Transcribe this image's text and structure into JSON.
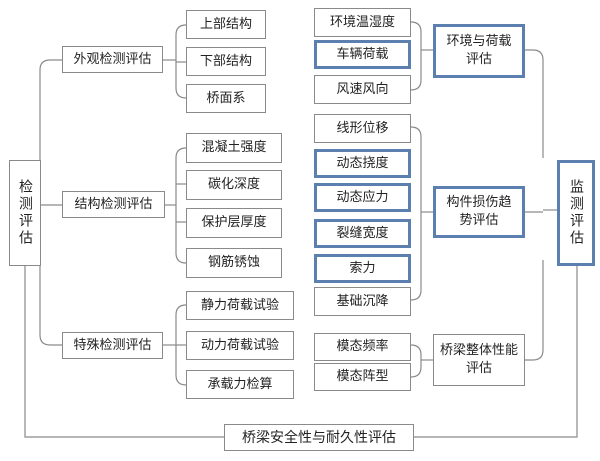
{
  "left_root": "检测评估",
  "right_root": "监测评估",
  "bottom": "桥梁安全性与耐久性评估",
  "inspection": {
    "appearance": {
      "label": "外观检测评估",
      "items": [
        "上部结构",
        "下部结构",
        "桥面系"
      ]
    },
    "structure": {
      "label": "结构检测评估",
      "items": [
        "混凝土强度",
        "碳化深度",
        "保护层厚度",
        "钢筋锈蚀"
      ]
    },
    "special": {
      "label": "特殊检测评估",
      "items": [
        "静力荷载试验",
        "动力荷载试验",
        "承载力检算"
      ]
    }
  },
  "monitoring": {
    "environment": {
      "label": "环境与荷载评估",
      "items": [
        "环境温湿度",
        "车辆荷载",
        "风速风向"
      ]
    },
    "damage": {
      "label": "构件损伤趋势评估",
      "items": [
        "线形位移",
        "动态挠度",
        "动态应力",
        "裂缝宽度",
        "索力",
        "基础沉降"
      ]
    },
    "modal": {
      "label": "桥梁整体性能评估",
      "items": [
        "模态频率",
        "模态阵型"
      ]
    }
  },
  "colors": {
    "line": "#8a8a8a",
    "highlight": "#5b7fae"
  }
}
